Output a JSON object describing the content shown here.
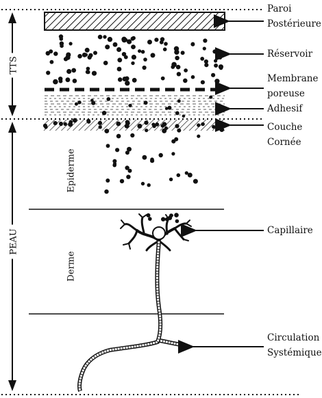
{
  "labels": {
    "paroi_posterieure": [
      "Paroi",
      "Postérieure"
    ],
    "reservoir": "Réservoir",
    "membrane_poreuse": [
      "Membrane",
      "poreuse"
    ],
    "adhesif": "Adhesif",
    "couche_cornee": [
      "Couche",
      "Cornée"
    ],
    "capillaire": "Capillaire",
    "circulation_systemique": [
      "Circulation",
      "Systémique"
    ]
  },
  "regions": {
    "tts": "TTS",
    "peau": "PEAU",
    "epiderme": "Epiderme",
    "derme": "Derme"
  },
  "colors": {
    "ink": "#111111",
    "background": "#ffffff"
  }
}
